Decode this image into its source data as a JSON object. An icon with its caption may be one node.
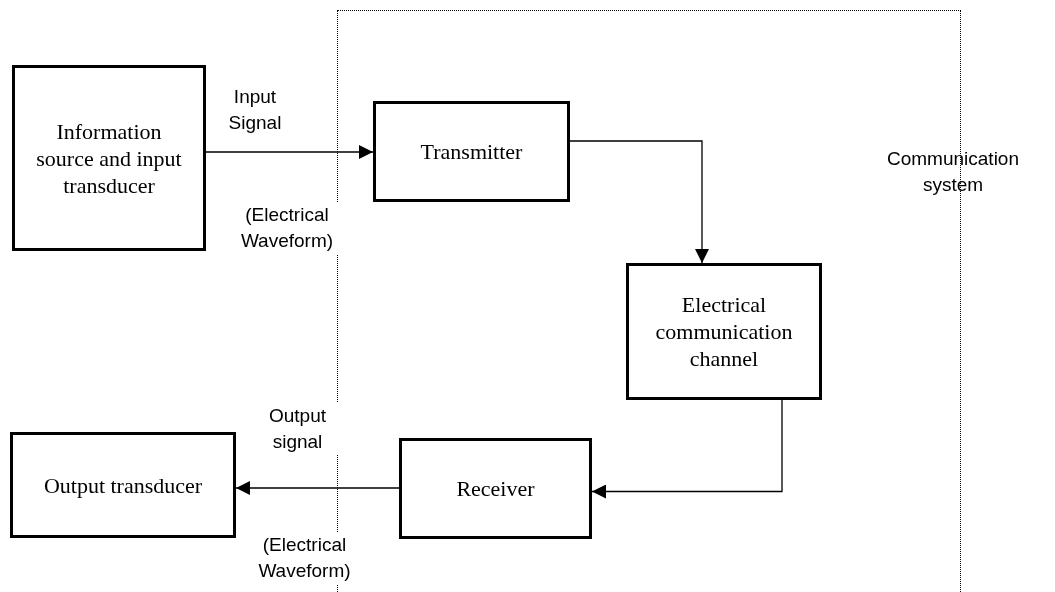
{
  "diagram": {
    "nodes": [
      {
        "text": [
          "Information source and input transducer"
        ]
      },
      {
        "text": [
          "Communication system"
        ]
      },
      {
        "text": [
          "Transmitter"
        ],
        "in": 1
      },
      {
        "text": [
          "Electrical communication channel"
        ],
        "in": 1
      },
      {
        "text": [
          "Receiver"
        ],
        "in": 1
      },
      {
        "text": [
          "Output transducer"
        ]
      }
    ],
    "edges": [
      {
        "from": 0,
        "to": 2,
        "arrow": "to",
        "label": "Input Signal"
      },
      {
        "from": 2,
        "to": 3,
        "arrow": "to"
      },
      {
        "from": 3,
        "to": 4,
        "arrow": "to"
      },
      {
        "from": 4,
        "to": 5,
        "arrow": "to",
        "label": "Output signal"
      }
    ],
    "labels": [
      "(Electrical Waveform)",
      "(Electrical Waveform)"
    ]
  }
}
